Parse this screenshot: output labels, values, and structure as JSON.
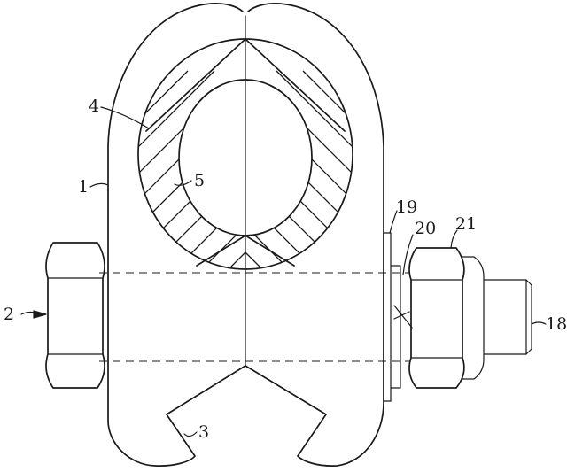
{
  "diagram": {
    "labels": {
      "body": "1",
      "bolt_head": "2",
      "slot": "3",
      "sleeve": "4",
      "bore": "5",
      "bolt_end": "18",
      "plate": "19",
      "washer": "20",
      "nut": "21"
    }
  }
}
